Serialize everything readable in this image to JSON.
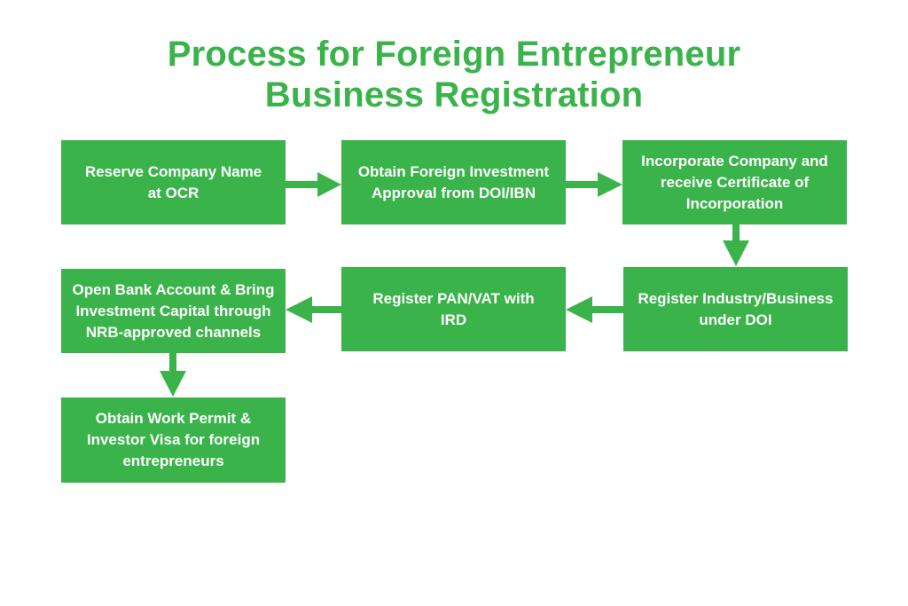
{
  "title": {
    "line1": "Process for Foreign Entrepreneur",
    "line2": "Business Registration"
  },
  "colors": {
    "accent": "#3ab44a",
    "box_text": "#ffffff",
    "background": "#ffffff"
  },
  "steps": [
    {
      "label": "Reserve Company Name at OCR"
    },
    {
      "label": "Obtain Foreign Investment Approval from DOI/IBN"
    },
    {
      "label": "Incorporate Company and receive Certificate of Incorporation"
    },
    {
      "label": "Register Industry/Business under DOI"
    },
    {
      "label": "Register PAN/VAT with IRD"
    },
    {
      "label": "Open Bank Account & Bring Investment Capital through NRB-approved channels"
    },
    {
      "label": "Obtain Work Permit & Investor Visa for foreign entrepreneurs"
    }
  ]
}
